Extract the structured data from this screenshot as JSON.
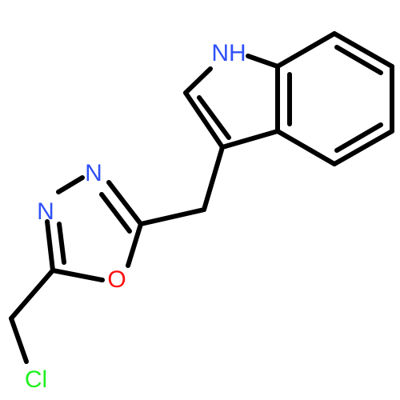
{
  "molecule": {
    "atoms": {
      "nh": {
        "text": "NH"
      },
      "n_upper": {
        "text": "N"
      },
      "n_lower": {
        "text": "N"
      },
      "o": {
        "text": "O"
      },
      "cl": {
        "text": "Cl"
      }
    },
    "colors": {
      "bond": "#000000",
      "nitrogen": "#3050F8",
      "oxygen": "#FF0D0D",
      "chlorine": "#1FF01F"
    }
  }
}
